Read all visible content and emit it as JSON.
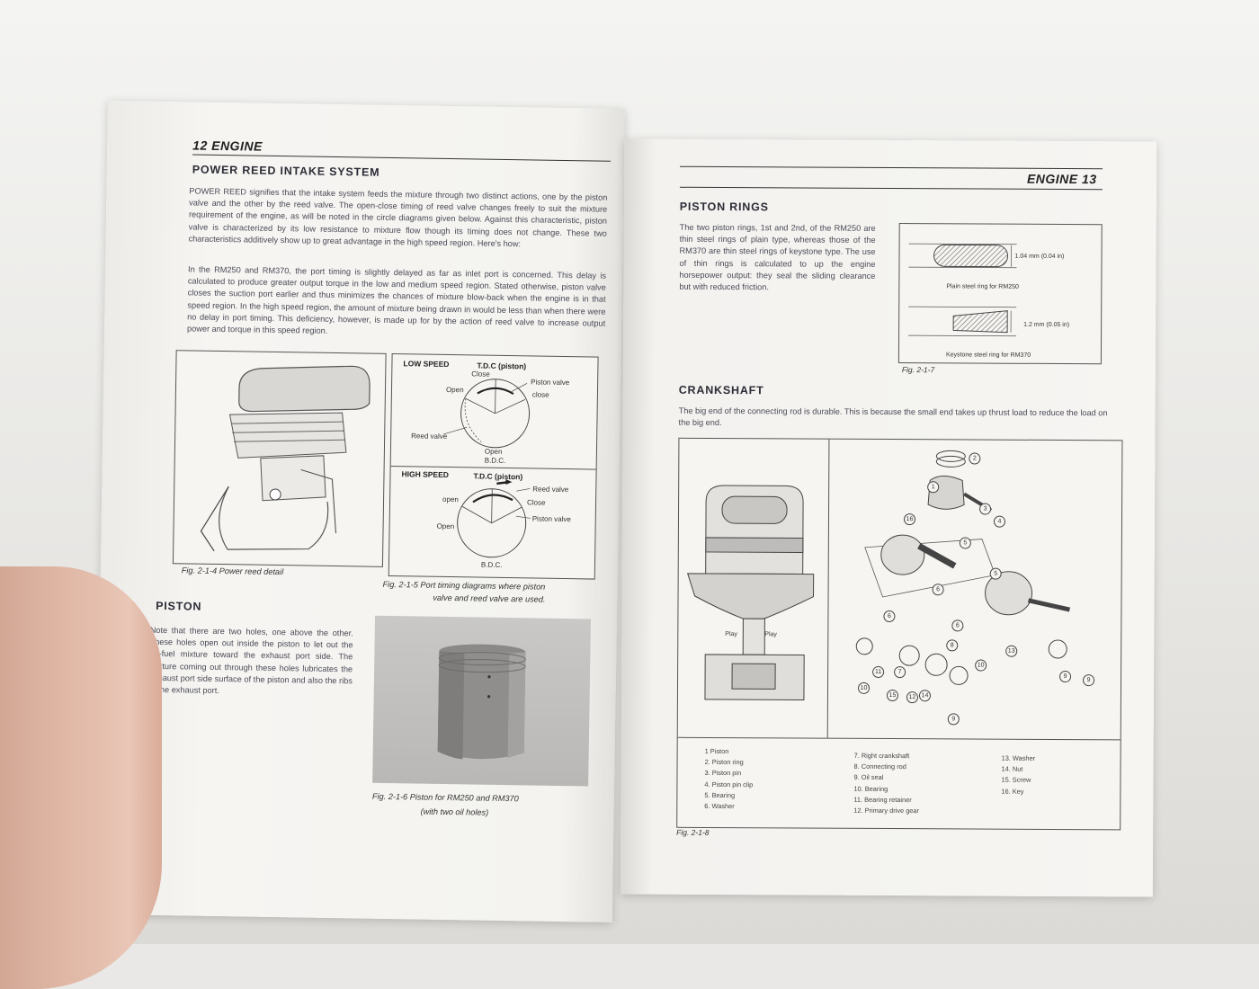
{
  "left_page": {
    "header": "12 ENGINE",
    "section1_title": "POWER REED INTAKE SYSTEM",
    "section1_para1": "POWER REED signifies that the intake system feeds the mixture through two distinct actions, one by the piston valve and the other by the reed valve. The open-close timing of reed valve changes freely to suit the mixture requirement of the engine, as will be noted in the circle diagrams given below. Against this characteristic, piston valve is characterized by its low resistance to mixture flow though its timing does not change. These two characteristics additively show up to great advantage in the high speed region. Here's how:",
    "section1_para2": "In the RM250 and RM370, the port timing is slightly delayed as far as inlet port is concerned. This delay is calculated to produce greater output torque in the low and medium speed region. Stated otherwise, piston valve closes the suction port earlier and thus minimizes the chances of mixture blow-back when the engine is in that speed region. In the high speed region, the amount of mixture being drawn in would be less than when there were no delay in port timing. This deficiency, however, is made up for by the action of reed valve to increase output power and torque in this speed region.",
    "fig_2_1_4_caption": "Fig. 2-1-4  Power reed detail",
    "diagram_low": {
      "title": "LOW SPEED",
      "tdc": "T.D.C (piston)",
      "close": "Close",
      "piston_valve": "Piston valve",
      "close2": "close",
      "open": "Open",
      "reed_valve": "Reed valve",
      "open_bdc": "Open",
      "bdc": "B.D.C."
    },
    "diagram_high": {
      "title": "HIGH SPEED",
      "tdc": "T.D.C (piston)",
      "reed_valve": "Reed valve",
      "open": "open",
      "close": "Close",
      "piston_valve": "Piston valve",
      "open2": "Open",
      "bdc": "B.D.C."
    },
    "fig_2_1_5_caption_1": "Fig. 2-1-5  Port timing diagrams where piston",
    "fig_2_1_5_caption_2": "valve and reed valve are used.",
    "section2_title": "PISTON",
    "section2_para": "Note that there are two holes, one above the other. These holes open out inside the piston to let out the air-fuel mixture toward the exhaust port side. The mixture coming out through these holes lubricates the exhaust port side surface of the piston and also the ribs in the exhaust port.",
    "fig_2_1_6_caption_1": "Fig. 2-1-6  Piston for RM250 and RM370",
    "fig_2_1_6_caption_2": "(with two oil holes)"
  },
  "right_page": {
    "header": "ENGINE 13",
    "section1_title": "PISTON RINGS",
    "section1_para": "The two piston rings, 1st and 2nd, of the RM250 are thin steel rings of plain type, whereas those of the RM370 are thin steel rings of keystone type. The use of thin rings is calculated to up the engine horsepower output: they seal the sliding clearance but with reduced friction.",
    "ring1_dim": "1.04 mm (0.04 in)",
    "ring1_label": "Plain steel ring for RM250",
    "ring2_dim": "1.2 mm (0.05 in)",
    "ring2_label": "Keystone steel ring for RM370",
    "fig_2_1_7_caption": "Fig. 2-1-7",
    "section2_title": "CRANKSHAFT",
    "section2_para": "The big end of the connecting rod is durable. This is because the small end takes up thrust load to reduce the load on the big end.",
    "play_left": "Play",
    "play_right": "Play",
    "parts_col1": [
      "1    Piston",
      "2.   Piston ring",
      "3.   Piston pin",
      "4.   Piston pin clip",
      "5.   Bearing",
      "6.   Washer"
    ],
    "parts_col2": [
      "7.   Right crankshaft",
      "8.   Connecting rod",
      "9.   Oil seal",
      "10.  Bearing",
      "11.  Bearing retainer",
      "12.  Primary drive gear"
    ],
    "parts_col3": [
      "13.  Washer",
      "14.  Nut",
      "15.  Screw",
      "16.  Key"
    ],
    "fig_2_1_8_caption": "Fig. 2-1-8"
  },
  "callout_numbers": [
    "2",
    "1",
    "3",
    "4",
    "16",
    "5",
    "5",
    "6",
    "6",
    "6",
    "8",
    "7",
    "13",
    "11",
    "15",
    "12",
    "14",
    "10",
    "9",
    "9",
    "10",
    "9"
  ]
}
